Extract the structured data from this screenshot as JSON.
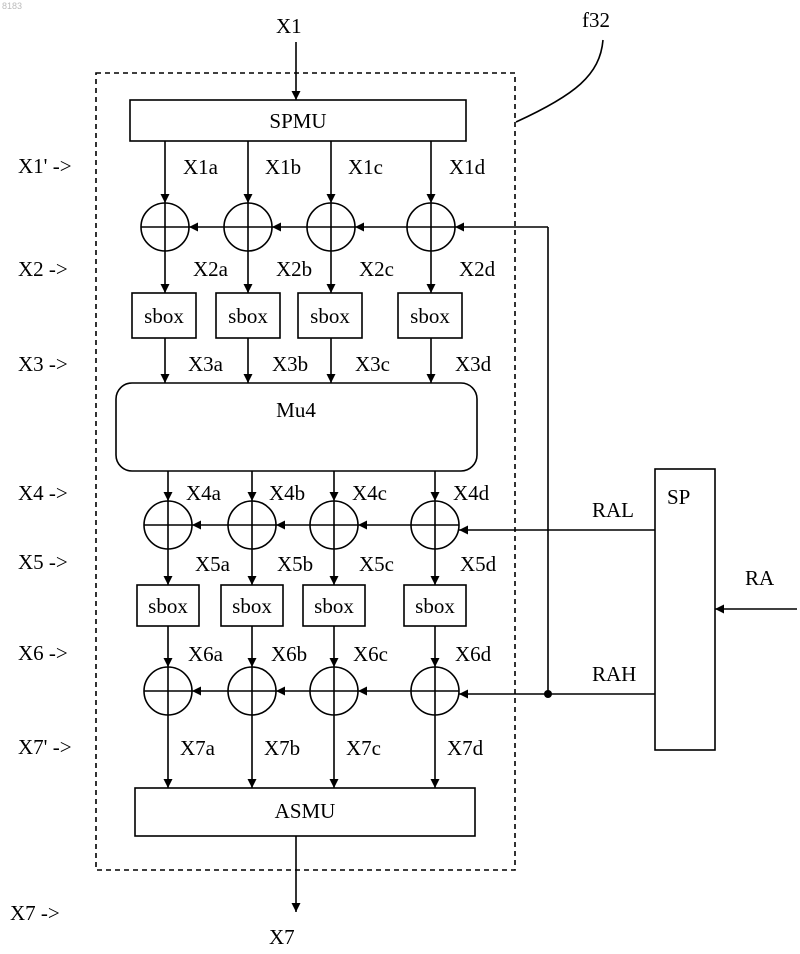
{
  "corner_id": "8183",
  "ref_label": "f32",
  "top_input": "X1",
  "bottom_output": "X7",
  "blocks": {
    "spmu": "SPMU",
    "mu4": "Mu4",
    "asmu": "ASMU",
    "sp": "SP"
  },
  "sbox_label": "sbox",
  "stage_labels": [
    "X1' ->",
    "X2 ->",
    "X3 ->",
    "X4 ->",
    "X5 ->",
    "X6 ->",
    "X7' ->",
    "X7 ->"
  ],
  "signals": {
    "x1": [
      "X1a",
      "X1b",
      "X1c",
      "X1d"
    ],
    "x2": [
      "X2a",
      "X2b",
      "X2c",
      "X2d"
    ],
    "x3": [
      "X3a",
      "X3b",
      "X3c",
      "X3d"
    ],
    "x4": [
      "X4a",
      "X4b",
      "X4c",
      "X4d"
    ],
    "x5": [
      "X5a",
      "X5b",
      "X5c",
      "X5d"
    ],
    "x6": [
      "X6a",
      "X6b",
      "X6c",
      "X6d"
    ],
    "x7": [
      "X7a",
      "X7b",
      "X7c",
      "X7d"
    ]
  },
  "key_labels": {
    "ral": "RAL",
    "rah": "RAH",
    "ra": "RA"
  }
}
